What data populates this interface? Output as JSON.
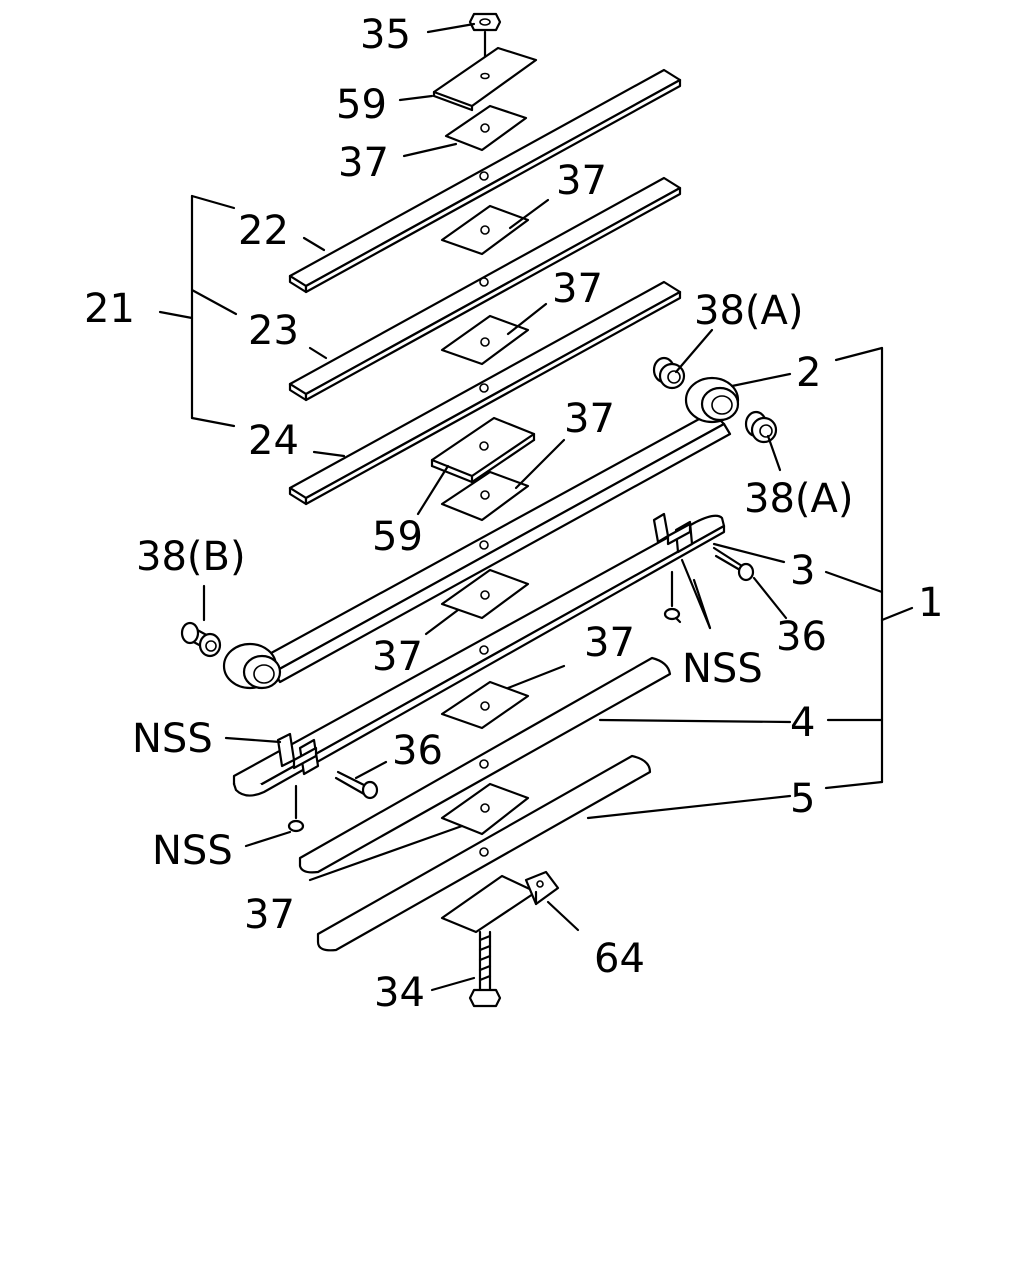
{
  "diagram": {
    "labels": {
      "l35": "35",
      "l59_top": "59",
      "l37_a": "37",
      "l37_b": "37",
      "l22": "22",
      "l21": "21",
      "l23": "23",
      "l37_c": "37",
      "l38a_1": "38(A)",
      "l2": "2",
      "l24": "24",
      "l37_d": "37",
      "l38a_2": "38(A)",
      "l59_mid": "59",
      "l38b": "38(B)",
      "l3": "3",
      "l1": "1",
      "l36_right": "36",
      "l37_e": "37",
      "l37_f": "37",
      "l nss_right": "NSS",
      "l_nss_right": "NSS",
      "l_nss_left": "NSS",
      "l4": "4",
      "l36_left": "36",
      "l5": "5",
      "l_nss_bottom": "NSS",
      "l37_g": "37",
      "l64": "64",
      "l34": "34"
    }
  }
}
